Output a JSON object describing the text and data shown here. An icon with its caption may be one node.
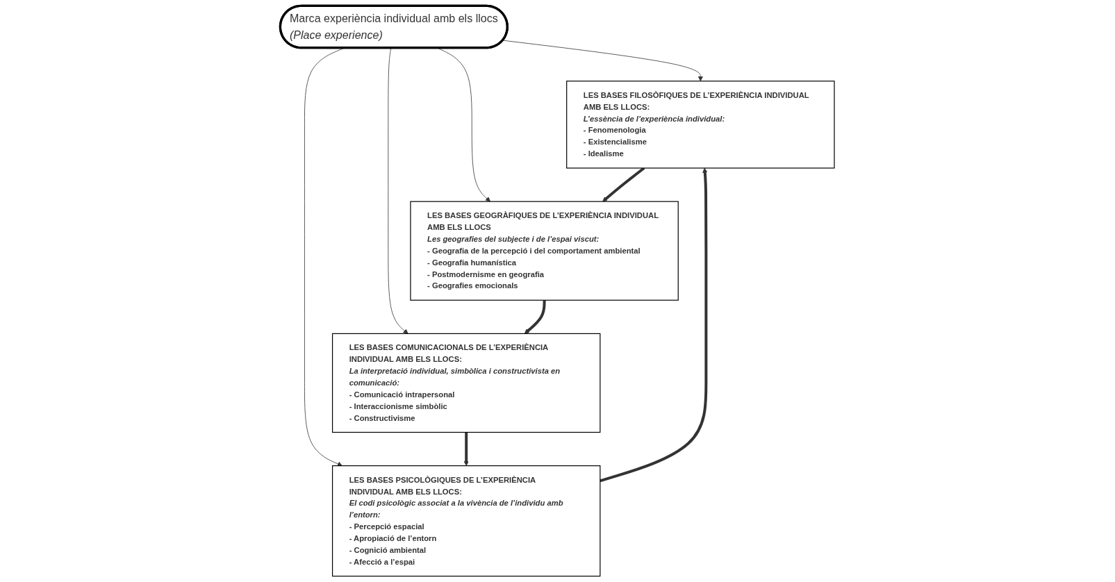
{
  "diagram": {
    "nodes": [
      {
        "text": [
          "Marca experiència individual amb els llocs",
          "(Place experience)"
        ]
      },
      {
        "text": [
          "LES BASES FILOSÒFIQUES DE L’EXPERIÈNCIA INDIVIDUAL AMB ELS LLOCS:",
          "L’essència de l’experiència individual:",
          "- Fenomenologia",
          "- Existencialisme",
          "- Idealisme"
        ]
      },
      {
        "text": [
          "LES BASES GEOGRÀFIQUES DE L’EXPERIÈNCIA INDIVIDUAL AMB ELS LLOCS",
          "Les geografies del subjecte i de l’espai viscut:",
          "- Geografia de la percepció i del comportament ambiental",
          "- Geografia humanística",
          "- Postmodernisme en geografia",
          "- Geografies emocionals"
        ]
      },
      {
        "text": [
          "LES BASES COMUNICACIONALS DE L’EXPERIÈNCIA INDIVIDUAL AMB ELS LLOCS:",
          "La interpretació individual, simbòlica i constructivista en comunicació:",
          "- Comunicació intrapersonal",
          "- Interaccionisme simbòlic",
          "- Constructivisme"
        ]
      },
      {
        "text": [
          "LES BASES PSICOLÒGIQUES DE L’EXPERIÈNCIA INDIVIDUAL AMB ELS LLOCS:",
          "El codi psicològic associat a la vivència de l’individu amb l’entorn:",
          "- Percepció espacial",
          "- Apropiació de l’entorn",
          "- Cognició ambiental",
          "- Afecció a l’espai"
        ]
      }
    ],
    "edges": [
      {
        "from": 0,
        "to": 1,
        "arrow": "to"
      },
      {
        "from": 0,
        "to": 2,
        "arrow": "to"
      },
      {
        "from": 0,
        "to": 3,
        "arrow": "to"
      },
      {
        "from": 0,
        "to": 4,
        "arrow": "to"
      },
      {
        "from": 1,
        "to": 2,
        "arrow": "to",
        "style": "thick"
      },
      {
        "from": 2,
        "to": 3,
        "arrow": "to",
        "style": "thick"
      },
      {
        "from": 3,
        "to": 4,
        "arrow": "to",
        "style": "thick"
      },
      {
        "from": 4,
        "to": 1,
        "arrow": "to",
        "style": "thick"
      }
    ]
  }
}
